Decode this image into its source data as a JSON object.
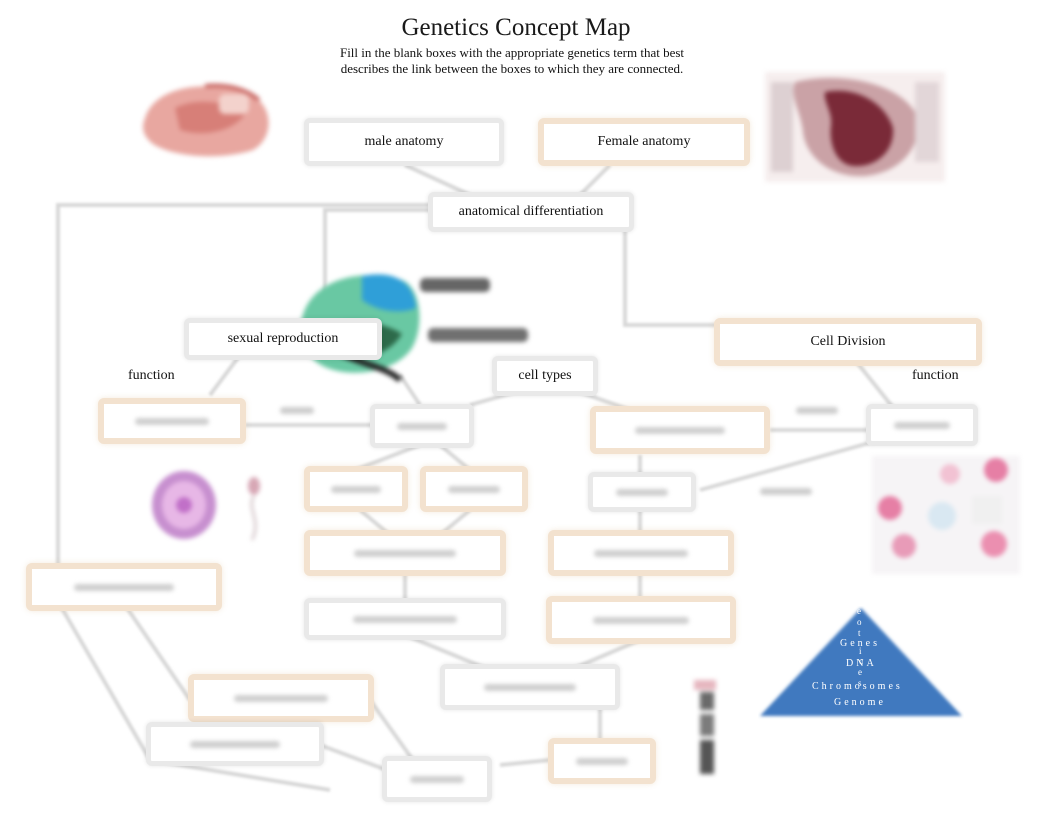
{
  "title": "Genetics Concept Map",
  "instructions": "Fill in the blank boxes with the appropriate genetics term that best describes the link between the boxes to which they are connected.",
  "nodes": {
    "male_anatomy": "male anatomy",
    "female_anatomy": "Female anatomy",
    "anatomical_differentiation": "anatomical differentiation",
    "sexual_reproduction": "sexual reproduction",
    "cell_division": "Cell Division",
    "cell_types": "cell types"
  },
  "labels": {
    "function_left": "function",
    "function_right": "function"
  },
  "pyramid": {
    "vertical_letters": [
      "e",
      "o",
      "t",
      "i",
      "c",
      "e",
      "s"
    ],
    "levels": [
      "Genes",
      "DNA",
      "Chromosomes",
      "Genome"
    ],
    "color": "#3f79bf"
  },
  "colors": {
    "tan_border": "#f3e2cf",
    "grey_border": "#e9e9e9"
  }
}
